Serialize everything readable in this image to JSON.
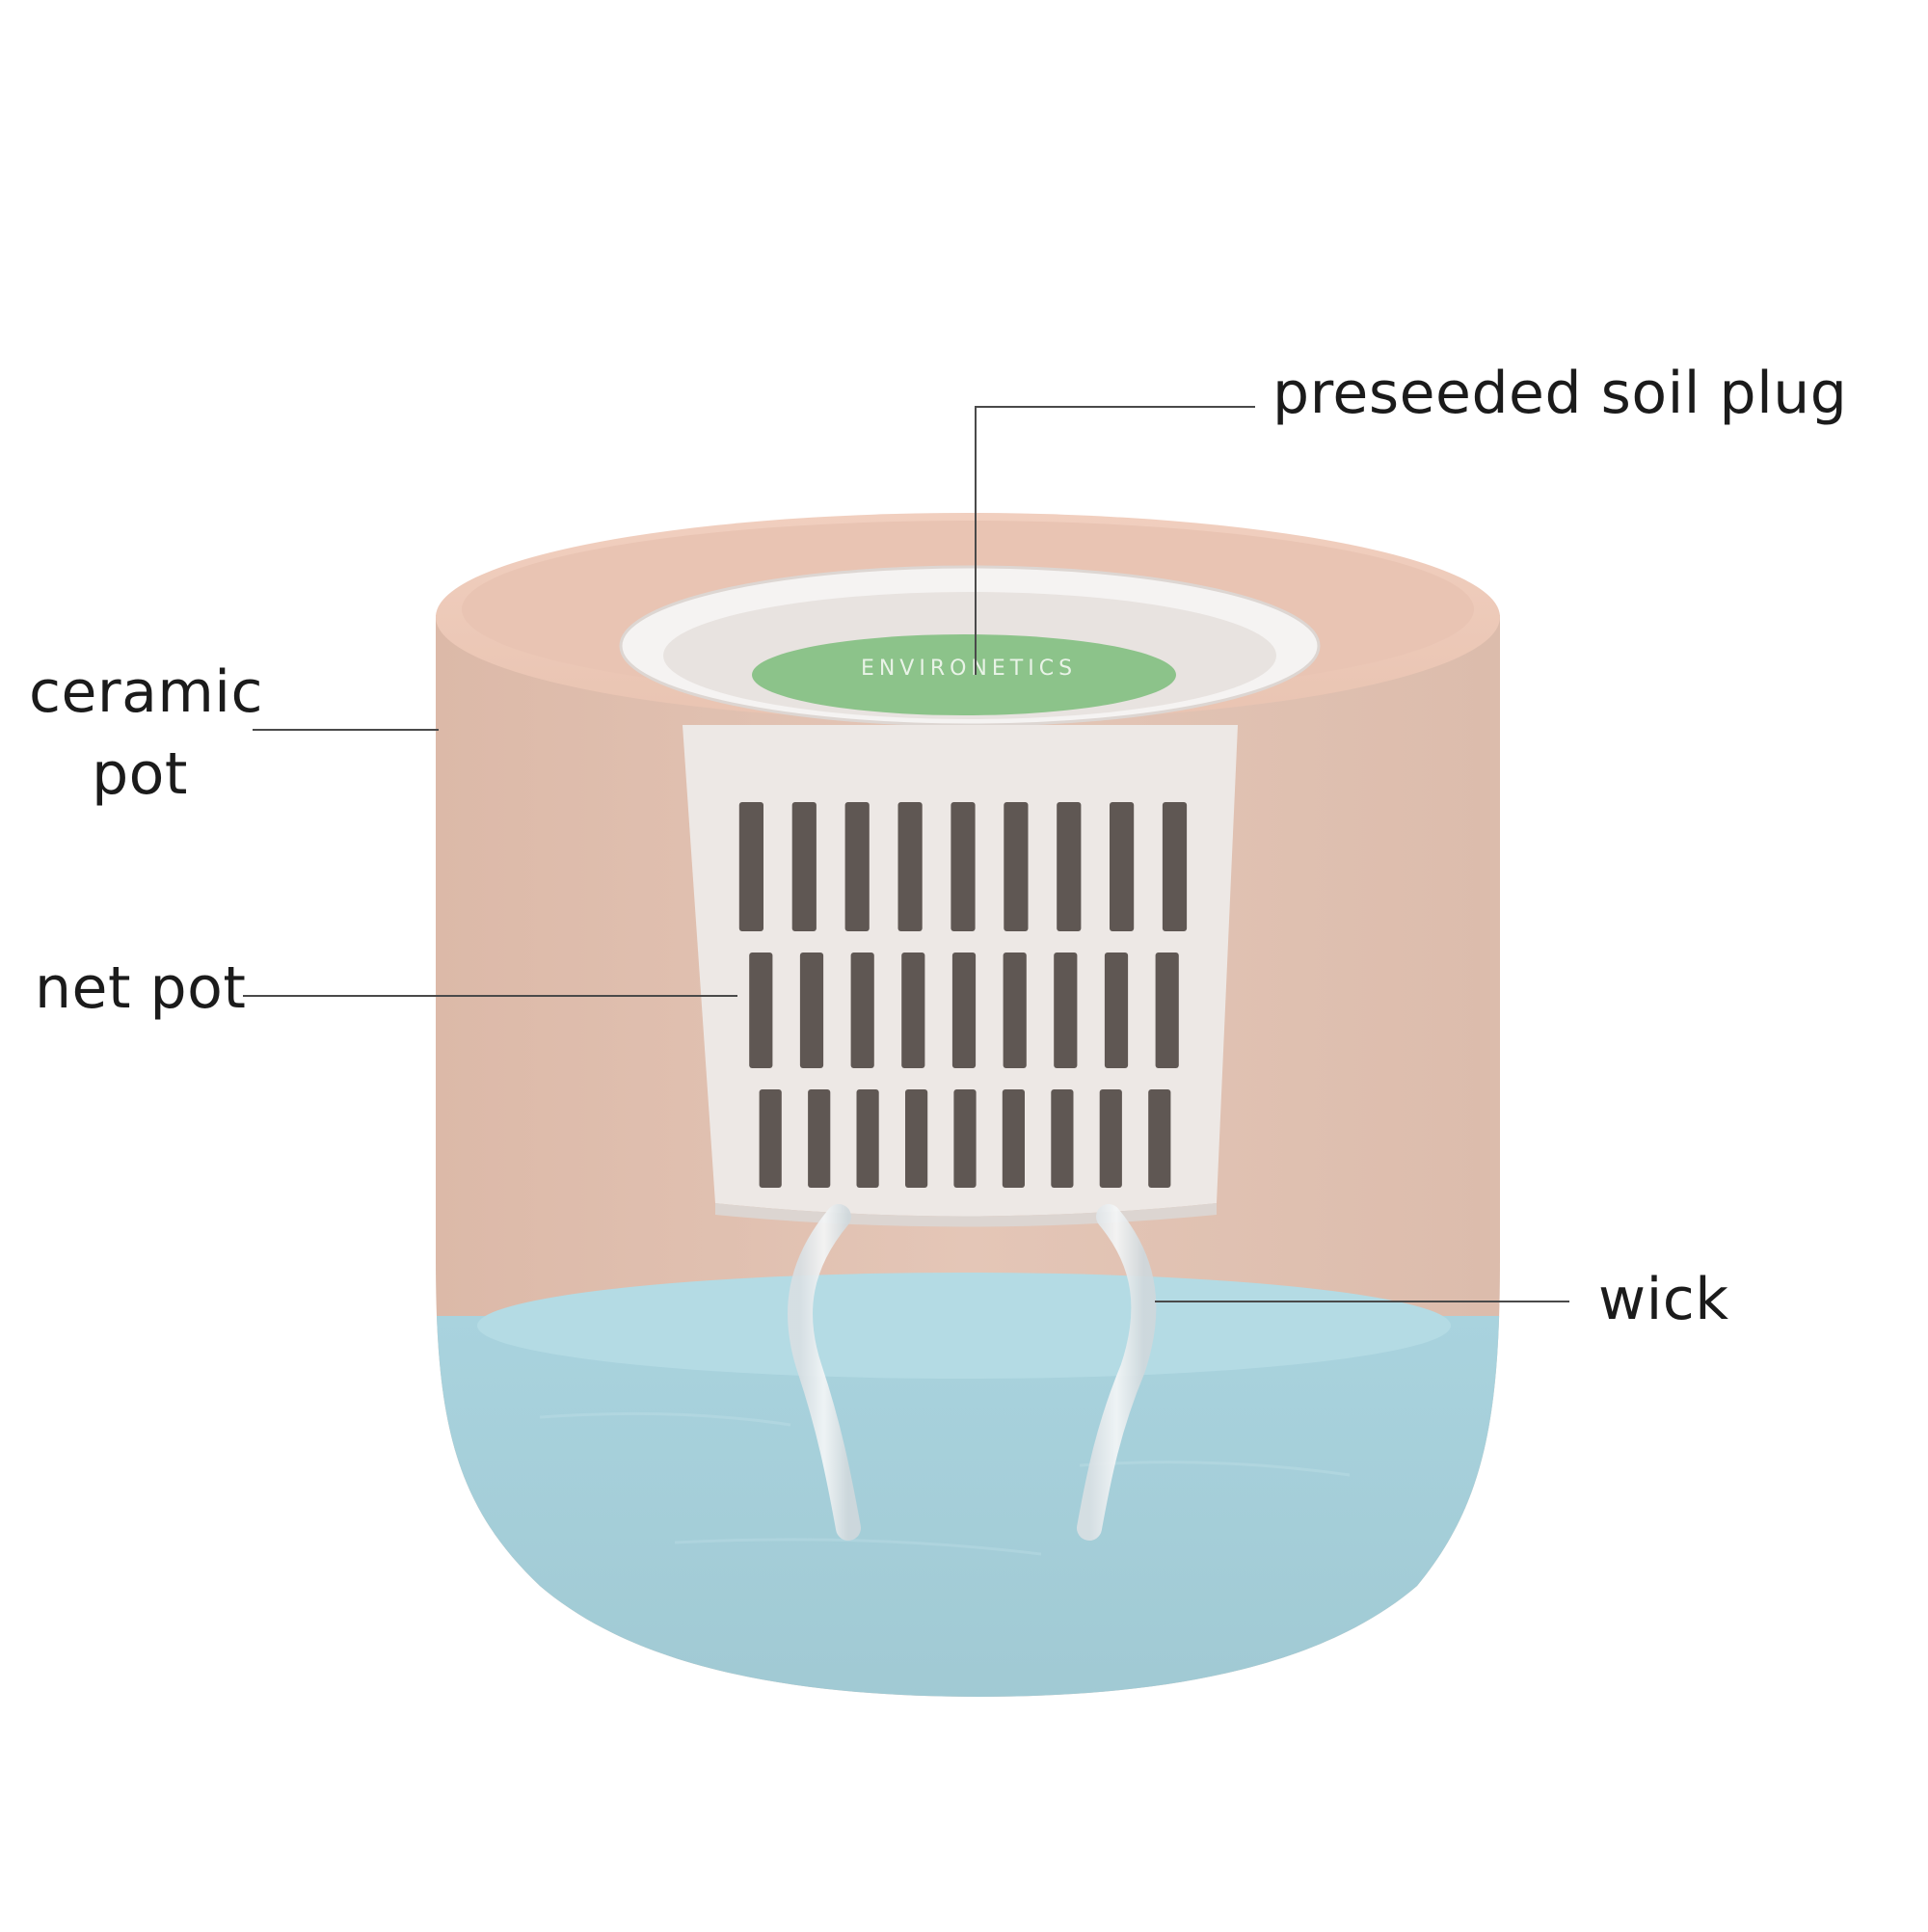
{
  "labels": {
    "preseeded_soil_plug": "preseeded soil plug",
    "ceramic_pot_line1": "ceramic",
    "ceramic_pot_line2": "pot",
    "net_pot": "net pot",
    "wick": "wick"
  },
  "plug_print": {
    "brand": "ENVIRONETICS"
  },
  "colors": {
    "background": "#ffffff",
    "pot_body": "#e2c5b6",
    "pot_rim": "#ecc8b6",
    "net_pot": "#ece7e4",
    "net_pot_slots": "#5f5753",
    "soil_plug": "#8dc48a",
    "water": "#a6d1dc",
    "leader_line": "#4a4a4a",
    "label_text": "#1b1b1b"
  }
}
